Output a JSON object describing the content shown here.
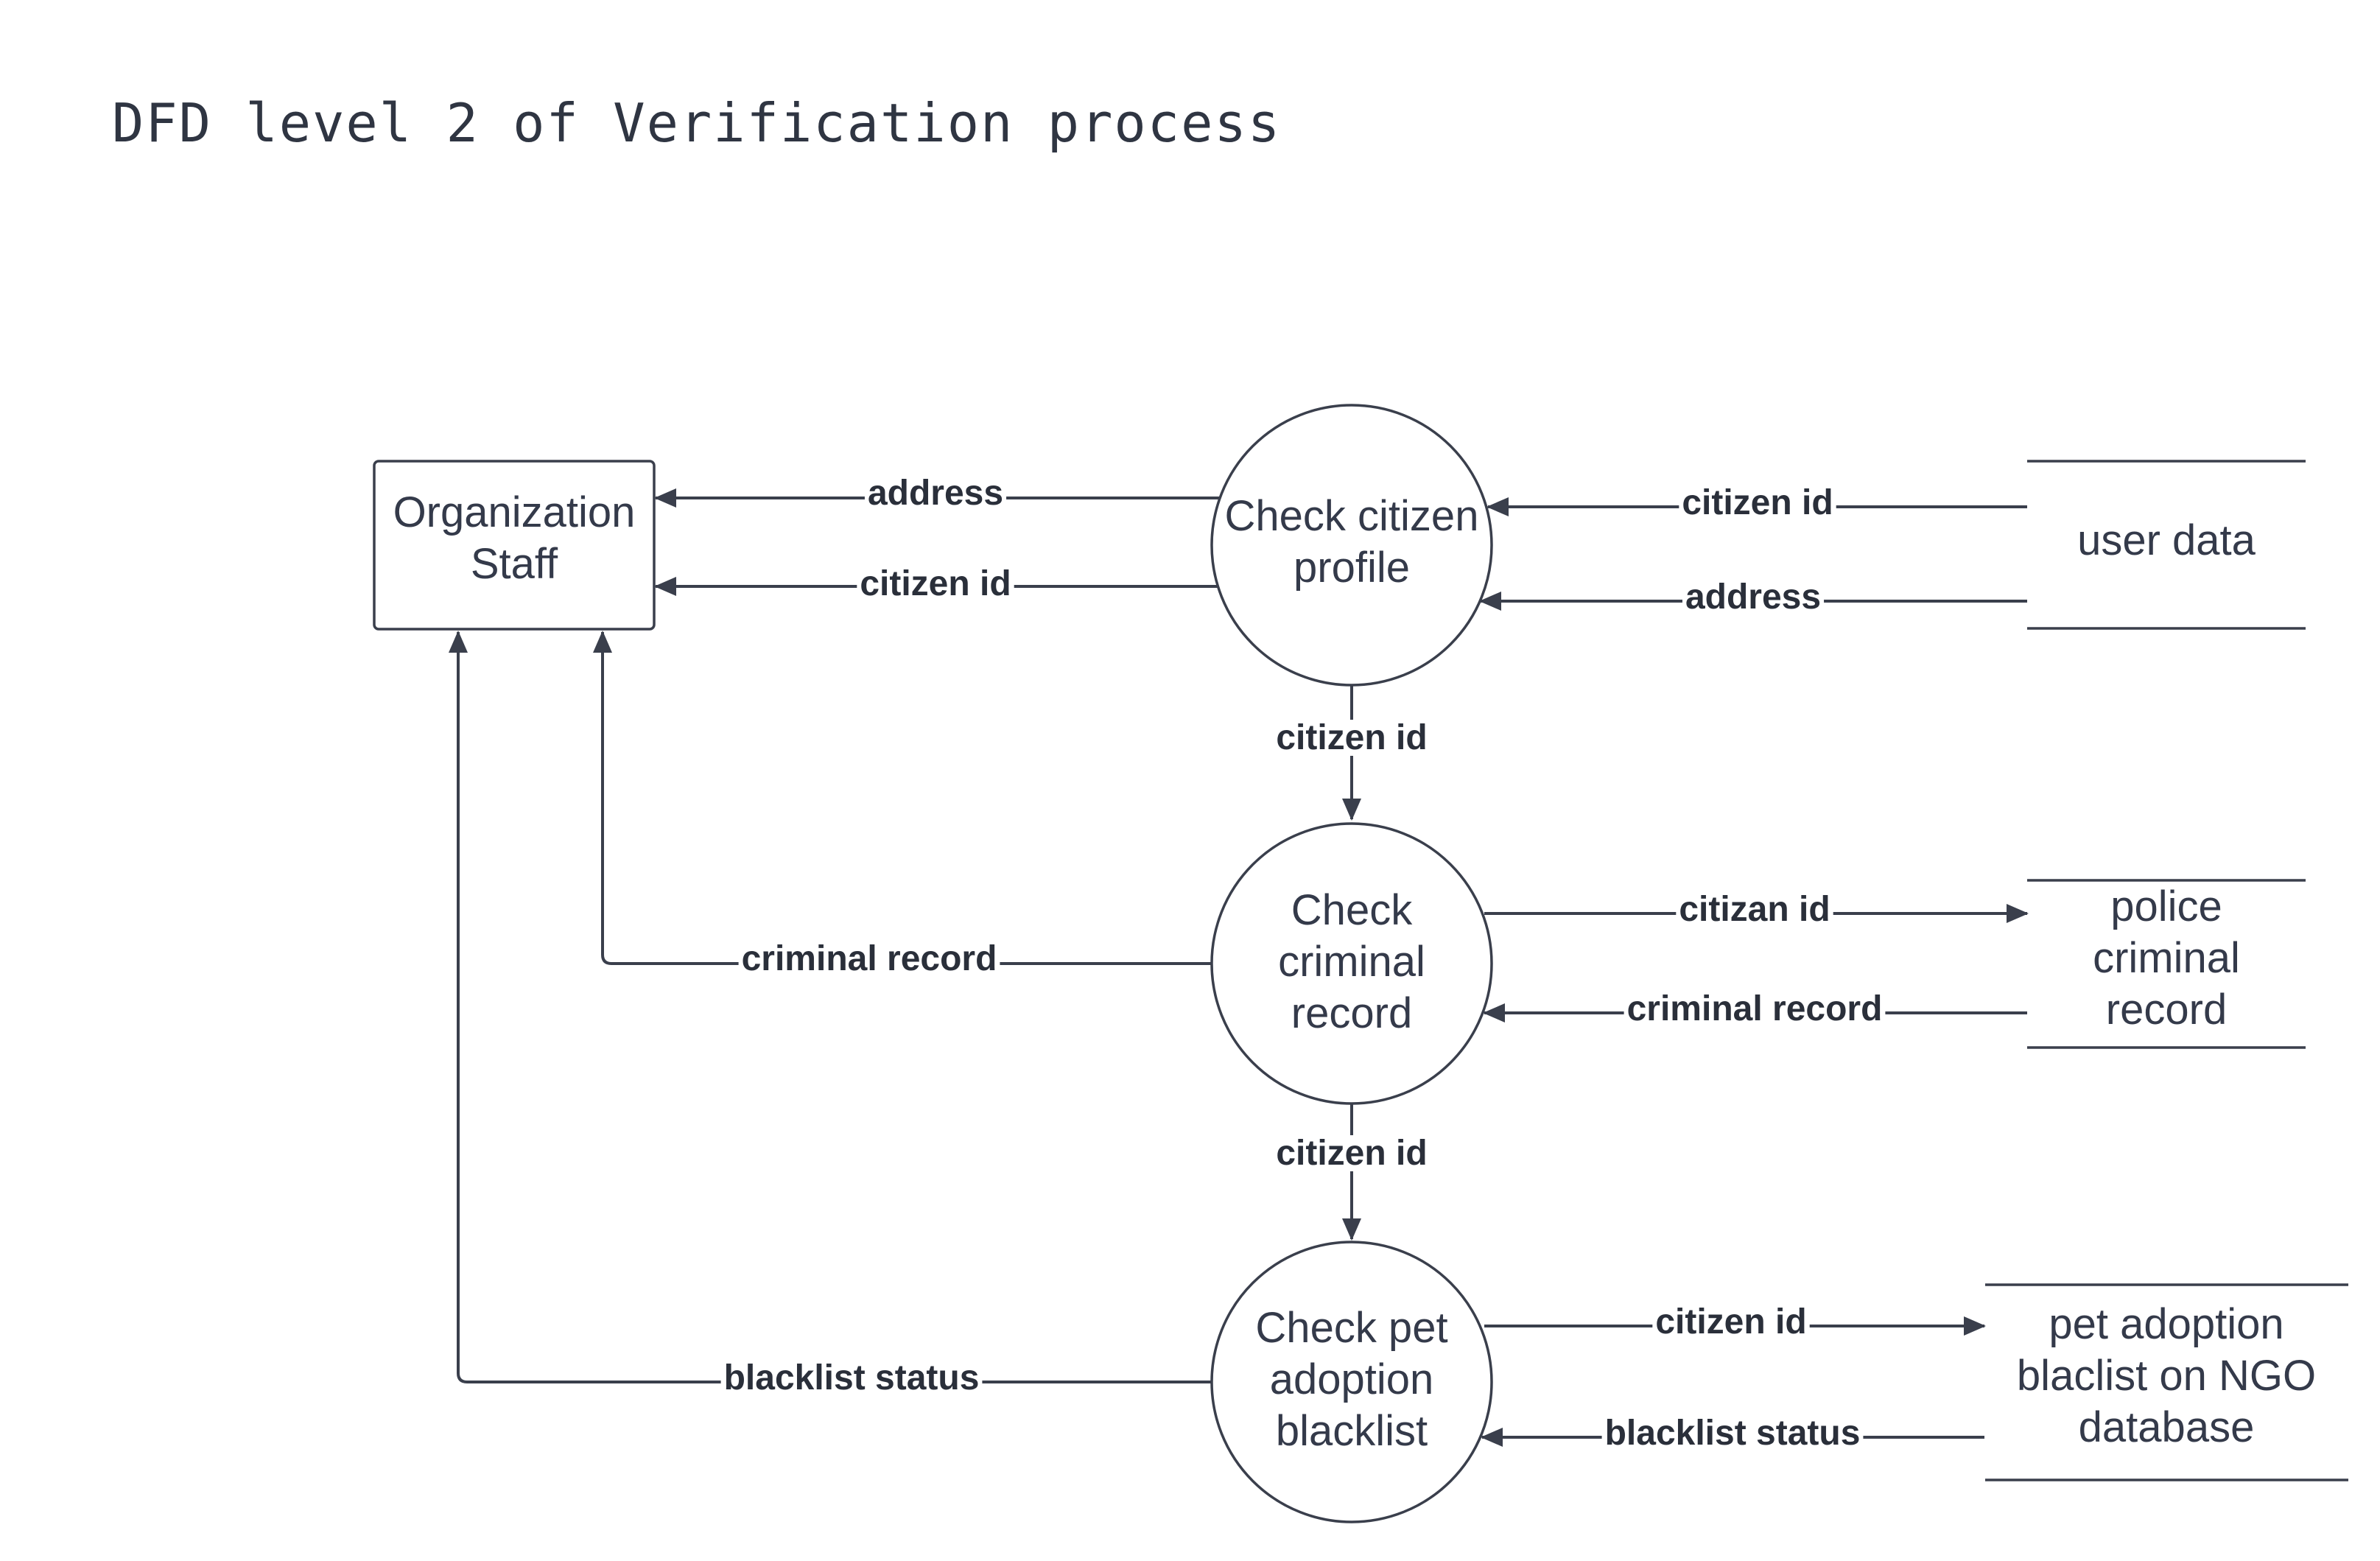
{
  "title": "DFD level 2 of Verification process",
  "colors": {
    "stroke": "#3a3f4c",
    "text": "#343a4a",
    "background": "#ffffff"
  },
  "entities": {
    "org_staff": [
      "Organization",
      "Staff"
    ]
  },
  "processes": {
    "check_profile": [
      "Check citizen",
      "profile"
    ],
    "check_criminal": [
      "Check",
      "criminal",
      "record"
    ],
    "check_blacklist": [
      "Check pet",
      "adoption",
      "blacklist"
    ]
  },
  "stores": {
    "user_data": [
      "user data"
    ],
    "police_record": [
      "police",
      "criminal",
      "record"
    ],
    "ngo_blacklist": [
      "pet adoption",
      "blaclist on NGO",
      "database"
    ]
  },
  "flows": {
    "profile_to_staff_address": "address",
    "profile_to_staff_citizen_id": "citizen id",
    "userdata_to_profile_citizen_id": "citizen id",
    "userdata_to_profile_address": "address",
    "profile_to_criminal_citizen_id": "citizen id",
    "criminal_to_police_id": "citizan id",
    "police_to_criminal_record": "criminal record",
    "criminal_to_staff_record": "criminal record",
    "criminal_to_blacklist_citizen_id": "citizen id",
    "blacklist_to_ngo_citizen_id": "citizen id",
    "ngo_to_blacklist_status": "blacklist status",
    "blacklist_to_staff_status": "blacklist status"
  }
}
